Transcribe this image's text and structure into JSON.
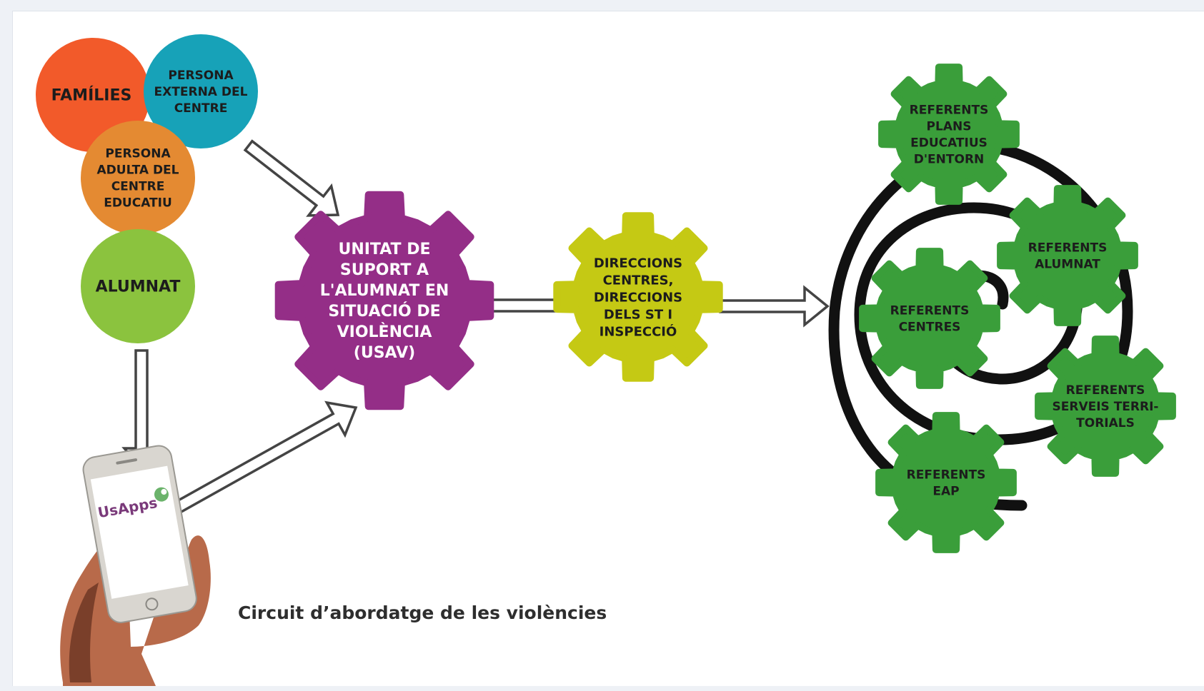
{
  "colors": {
    "families": "#f25a2a",
    "external": "#17a2b8",
    "adult": "#e48a32",
    "students": "#8bc33e",
    "usav": "#942e87",
    "directions": "#c5c914",
    "referents": "#3a9e3a",
    "spiral": "#111111",
    "arrow": "#444444",
    "label_dark": "#1c1c1c",
    "label_light": "#ffffff"
  },
  "sources": {
    "families": [
      "FAMÍLIES"
    ],
    "external": [
      "PERSONA",
      "EXTERNA DEL",
      "CENTRE"
    ],
    "adult": [
      "PERSONA",
      "ADULTA DEL",
      "CENTRE",
      "EDUCATIU"
    ],
    "students": [
      "ALUMNAT"
    ]
  },
  "usav_lines": [
    "UNITAT DE",
    "SUPORT A",
    "L'ALUMNAT EN",
    "SITUACIÓ DE",
    "VIOLÈNCIA",
    "(USAV)"
  ],
  "directions_lines": [
    "DIRECCIONS",
    "CENTRES,",
    "DIRECCIONS",
    "DELS ST I",
    "INSPECCIÓ"
  ],
  "referents": {
    "plans": [
      "REFERENTS",
      "PLANS",
      "EDUCATIUS",
      "D'ENTORN"
    ],
    "alumnat": [
      "REFERENTS",
      "ALUMNAT"
    ],
    "centres": [
      "REFERENTS",
      "CENTRES"
    ],
    "serveis": [
      "REFERENTS",
      "SERVEIS TERRI-",
      "TORIALS"
    ],
    "eap": [
      "REFERENTS",
      "EAP"
    ]
  },
  "phone": {
    "app_name": "UsApps"
  },
  "icons": {
    "phone": "smartphone-icon",
    "hand": "hand-holding-phone-icon",
    "gear": "gear-icon",
    "arrow": "hollow-arrow-icon",
    "spiral": "spiral-icon"
  },
  "caption": "Circuit d’abordatge de les violències"
}
